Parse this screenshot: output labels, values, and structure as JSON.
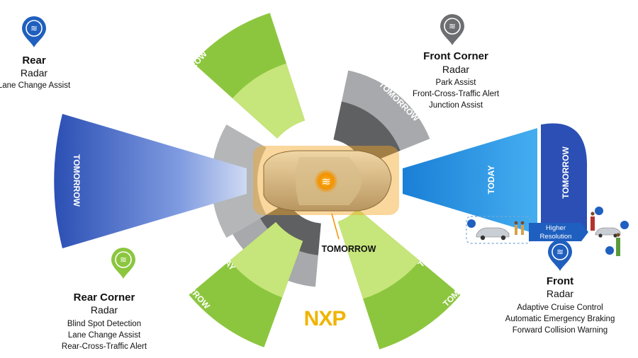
{
  "colors": {
    "blue_dark": "#2b4fb4",
    "blue_light": "#39a0e6",
    "green_dark": "#8cc63f",
    "green_light": "#c6e57a",
    "grey_dark": "#5f6062",
    "grey_light": "#a7a9ac",
    "pin_blue": "#1f5fbf",
    "pin_green": "#8cc63f",
    "pin_grey": "#6d6e71",
    "glow": "#f5a623"
  },
  "labels": {
    "tomorrow": "TOMORROW",
    "today": "TODAY",
    "tomorrow_center": "TOMORROW"
  },
  "sections": {
    "rear": {
      "title": "Rear",
      "subtitle": "Radar",
      "features": [
        "Lane Change Assist"
      ]
    },
    "front_corner": {
      "title": "Front Corner",
      "subtitle": "Radar",
      "features": [
        "Park Assist",
        "Front-Cross-Traffic Alert",
        "Junction Assist"
      ]
    },
    "rear_corner": {
      "title": "Rear Corner",
      "subtitle": "Radar",
      "features": [
        "Blind Spot Detection",
        "Lane Change Assist",
        "Rear-Cross-Traffic Alert"
      ]
    },
    "front": {
      "title": "Front",
      "subtitle": "Radar",
      "features": [
        "Adaptive Cruise Control",
        "Automatic Emergency Braking",
        "Forward Collision Warning"
      ]
    }
  },
  "callout": {
    "line1": "Higher",
    "line2": "Resolution"
  },
  "logo": {
    "text": "NXP"
  }
}
